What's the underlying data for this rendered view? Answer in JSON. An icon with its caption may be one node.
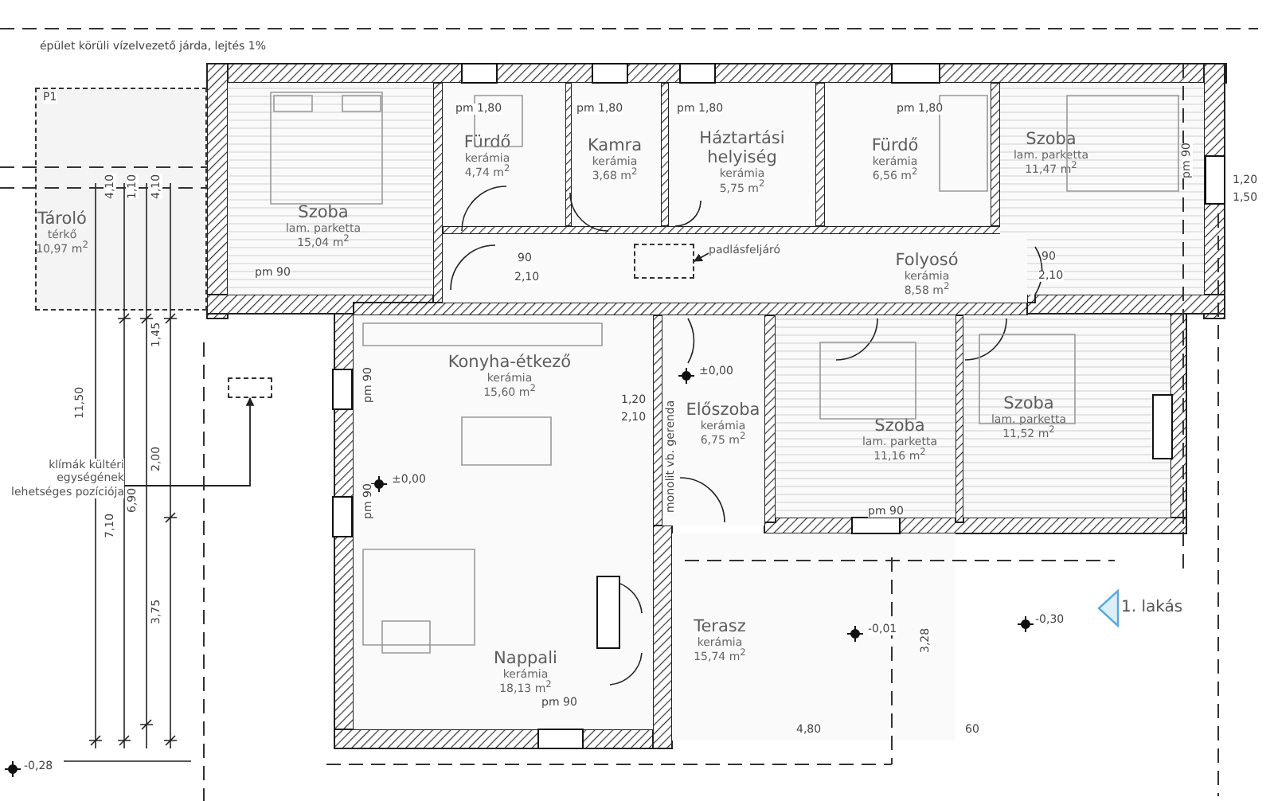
{
  "diagram": {
    "nodes": [
      {
        "text": [
          "Tároló",
          "térkő",
          "10,97 m$^{2}$"
        ]
      },
      {
        "text": [
          "Szoba",
          "lam. parketta",
          "15,04 m$^{2}$"
        ]
      },
      {
        "text": [
          "Fürdő",
          "kerámia",
          "4,74 m$^{2}$"
        ]
      },
      {
        "text": [
          "Kamra",
          "kerámia",
          "3,68 m$^{2}$"
        ]
      },
      {
        "text": [
          "Háztartási helyiség",
          "kerámia",
          "5,75 m$^{2}$"
        ]
      },
      {
        "text": [
          "Fürdő",
          "kerámia",
          "6,56 m$^{2}$"
        ]
      },
      {
        "text": [
          "Szoba",
          "lam. parketta",
          "11,47 m$^{2}$"
        ]
      },
      {
        "text": [
          "Folyosó",
          "kerámia",
          "8,58 m$^{2}$"
        ]
      },
      {
        "text": [
          "Konyha-étkező",
          "kerámia",
          "15,60 m$^{2}$"
        ]
      },
      {
        "text": [
          "Előszoba",
          "kerámia",
          "6,75 m$^{2}$"
        ]
      },
      {
        "text": [
          "Szoba",
          "lam. parketta",
          "11,16 m$^{2}$"
        ]
      },
      {
        "text": [
          "Szoba",
          "lam. parketta",
          "11,52 m$^{2}$"
        ]
      },
      {
        "text": [
          "Nappali",
          "kerámia",
          "18,13 m$^{2}$"
        ]
      },
      {
        "text": [
          "Terasz",
          "kerámia",
          "15,74 m$^{2}$"
        ]
      },
      {
        "text": [
          "padlásfeljáró"
        ],
        "in": 7
      },
      {
        "text": [],
        "shape": "box",
        "in": 7
      },
      {
        "text": [
          "klímák kültéri egységének lehetséges pozíciója"
        ]
      },
      {
        "text": [],
        "shape": "box"
      }
    ],
    "edges": [
      {
        "from": 14,
        "to": 15,
        "arrow": "to"
      },
      {
        "from": 16,
        "to": 17,
        "arrow": "to"
      }
    ],
    "labels": [
      "épület körüli vízelvezető járda, lejtés 1%",
      "P1",
      "pm 1,80",
      "pm 1,80",
      "pm 1,80",
      "pm 1,80",
      "pm 90",
      "pm 90",
      "1,20",
      "1,50",
      "90",
      "2,10",
      "90",
      "2,10",
      "pm 90",
      "pm 90",
      "±0,00",
      "±0,00",
      "1,20",
      "2,10",
      "monolit vb. gerenda",
      "pm 90",
      "pm 90",
      "-0,01",
      "-0,30",
      "4,80",
      "60",
      "3,28",
      "-0,28",
      "11,50",
      "7,10",
      "6,90",
      "2,00",
      "3,75",
      "1,45",
      "4,10",
      "1,10",
      "4,10",
      "1. lakás"
    ]
  }
}
